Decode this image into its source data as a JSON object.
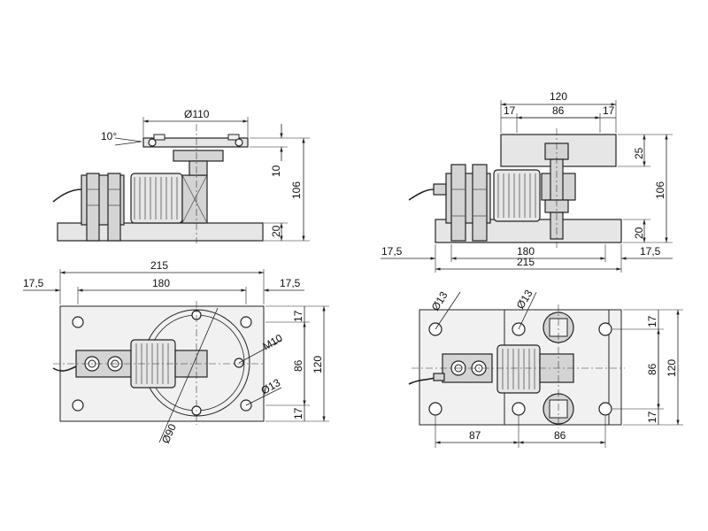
{
  "top_left_view": {
    "labels": {
      "dia_top_plate": "Ø110",
      "angle": "10°",
      "dim_10": "10",
      "dim_106": "106",
      "dim_20": "20"
    }
  },
  "top_right_view": {
    "labels": {
      "dim_120": "120",
      "dim_17a": "17",
      "dim_86": "86",
      "dim_17b": "17",
      "dim_25": "25",
      "dim_106": "106",
      "dim_20": "20",
      "dim_17_5_left": "17,5",
      "dim_180": "180",
      "dim_17_5_right": "17,5",
      "dim_215": "215"
    }
  },
  "bottom_left_view": {
    "labels": {
      "dim_215": "215",
      "dim_17_5_left": "17,5",
      "dim_180": "180",
      "dim_17_5_right": "17,5",
      "thread": "M10",
      "hole": "Ø13",
      "dia_90": "Ø90",
      "dim_17_top": "17",
      "dim_86": "86",
      "dim_120": "120",
      "dim_17_bot": "17"
    }
  },
  "bottom_right_view": {
    "labels": {
      "hole_left": "Ø13",
      "hole_right": "Ø13",
      "dim_17_top": "17",
      "dim_86": "86",
      "dim_120": "120",
      "dim_17_bot": "17",
      "dim_87": "87",
      "dim_86_bottom": "86"
    }
  }
}
